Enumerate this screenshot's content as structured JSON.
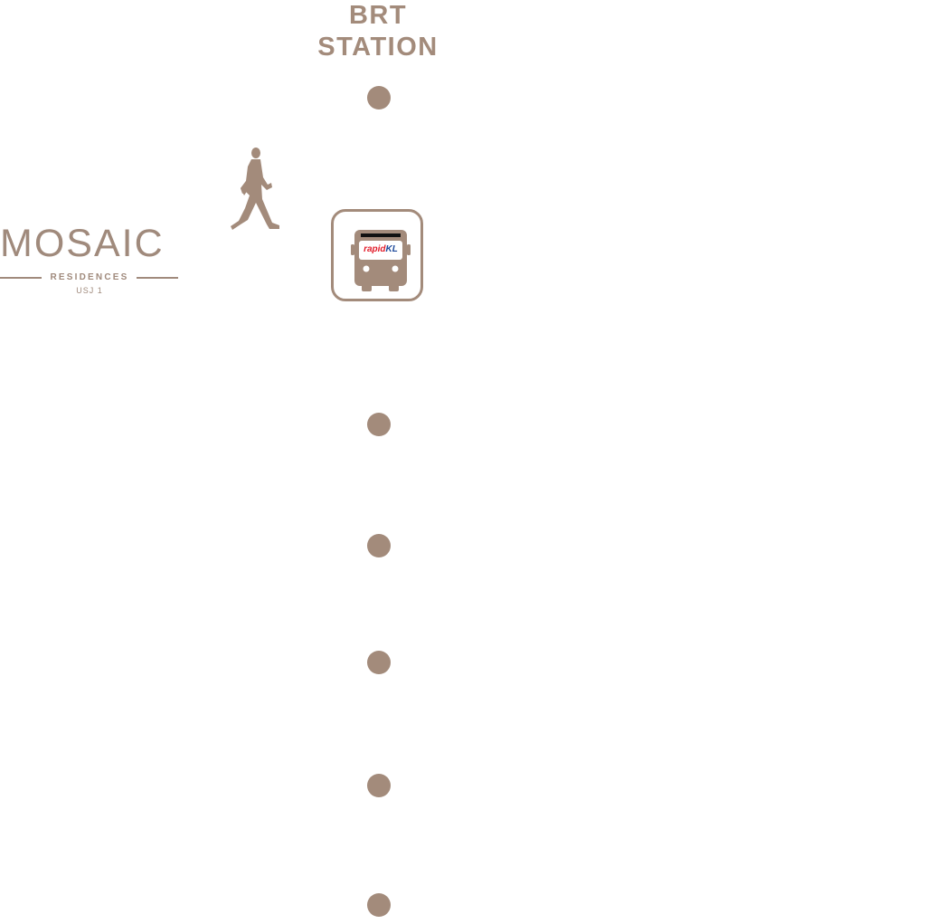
{
  "station": {
    "title_line1": "BRT",
    "title_line2": "STATION"
  },
  "logo": {
    "name": "MOSAIC",
    "subtitle": "RESIDENCES",
    "area": "USJ 1"
  },
  "bus": {
    "operator_part1": "rapid",
    "operator_part2": "KL"
  },
  "icons": {
    "walker": "walking-person-icon",
    "bus": "bus-icon"
  },
  "colors": {
    "primary": "#a38b7b",
    "logo": "#a08a7c",
    "bus_body": "#a38b7b",
    "rapid_red": "#e21d2b",
    "rapid_blue": "#1f4a9b"
  }
}
